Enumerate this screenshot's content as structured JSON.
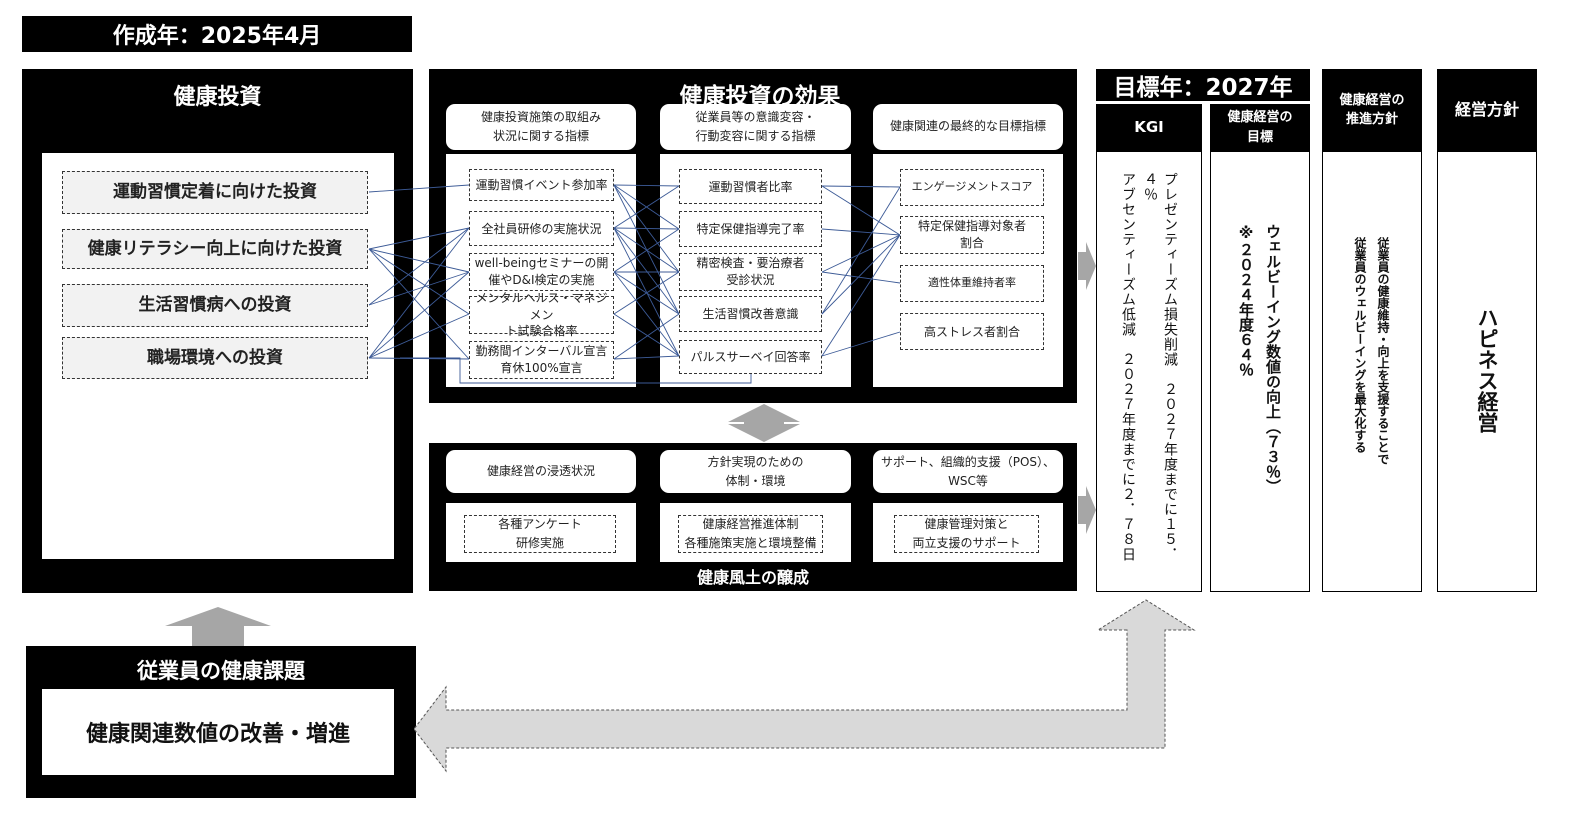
{
  "created_label": "作成年：2025年4月",
  "investment": {
    "title": "健康投資",
    "items": [
      "運動習慣定着に向けた投資",
      "健康リテラシー向上に向けた投資",
      "生活習慣病への投資",
      "職場環境への投資"
    ]
  },
  "effects": {
    "title": "健康投資の効果",
    "columns": [
      {
        "header": "健康投資施策の取組み\n状況に関する指標",
        "items": [
          "運動習慣イベント参加率",
          "全社員研修の実施状況",
          "well-beingセミナーの開\n催やD&I検定の実施",
          "メンタルヘルス・マネジメン\nト試験合格率",
          "勤務間インターバル宣言\n育休100%宣言"
        ]
      },
      {
        "header": "従業員等の意識変容・\n行動変容に関する指標",
        "items": [
          "運動習慣者比率",
          "特定保健指導完了率",
          "精密検査・要治療者\n受診状況",
          "生活習慣改善意識",
          "パルスサーベイ回答率"
        ]
      },
      {
        "header": "健康関連の最終的な目標指標",
        "items": [
          "エンゲージメントスコア",
          "特定保健指導対象者\n割合",
          "適性体重維持者率",
          "高ストレス者割合"
        ]
      }
    ]
  },
  "culture": {
    "title": "健康風土の醸成",
    "columns": [
      {
        "header": "健康経営の浸透状況",
        "item": "各種アンケート\n研修実施"
      },
      {
        "header": "方針実現のための\n体制・環境",
        "item": "健康経営推進体制\n各種施策実施と環境整備"
      },
      {
        "header": "サポート、組織的支援（POS）、\nWSC等",
        "item": "健康管理対策と\n両立支援のサポート"
      }
    ]
  },
  "target": {
    "year_label": "目標年：2027年",
    "kgi": {
      "header": "KGI",
      "line1": "プレゼンティーズム損失削減　２０２７年度までに１５．４％",
      "line2": "アブセンティーズム低減　２０２７年度までに２．７８日"
    },
    "goal": {
      "header": "健康経営の\n目標",
      "line1": "ウェルビーイング数値の向上（７３％）",
      "line2": "※２０２４年度６４％"
    },
    "policy": {
      "header": "健康経営の\n推進方針",
      "line1": "従業員の健康維持・向上を支援することで",
      "line2": "従業員のウェルビーイングを最大化する"
    },
    "management": {
      "header": "経営方針",
      "text": "ハピネス経営"
    }
  },
  "issues": {
    "title": "従業員の健康課題",
    "text": "健康関連数値の改善・増進"
  }
}
